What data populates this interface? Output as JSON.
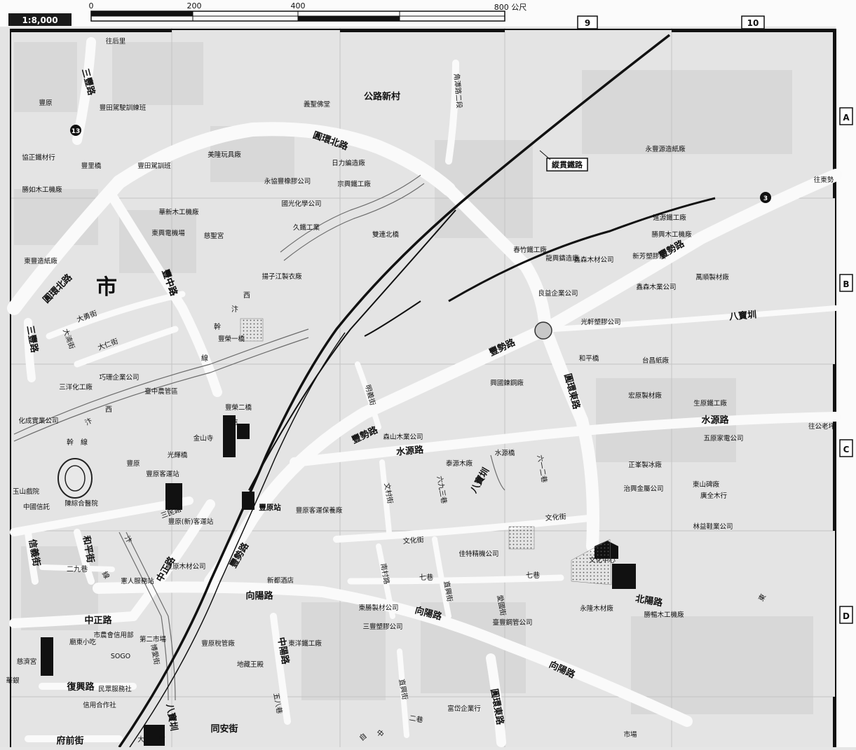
{
  "map": {
    "scale_ratio": "1:8,000",
    "scalebar_ticks": [
      "0",
      "200",
      "400",
      "800 公尺"
    ],
    "grid_columns": [
      "9",
      "10"
    ],
    "grid_rows": [
      "A",
      "B",
      "C",
      "D"
    ],
    "district_big_label": "市",
    "directions": [
      {
        "text": "往后里"
      },
      {
        "text": "往東勢"
      },
      {
        "text": "往公老坪"
      }
    ],
    "route_shields": [
      "13",
      "3"
    ],
    "rail_box_label": "縱貫鐵路",
    "station_label": "豐原站",
    "roads": [
      {
        "text": "圓環北路"
      },
      {
        "text": "圓環北路"
      },
      {
        "text": "圓環東路"
      },
      {
        "text": "圓環東路"
      },
      {
        "text": "豐勢路"
      },
      {
        "text": "豐勢路"
      },
      {
        "text": "豐勢路"
      },
      {
        "text": "豐勢路"
      },
      {
        "text": "水源路"
      },
      {
        "text": "水源路"
      },
      {
        "text": "向陽路"
      },
      {
        "text": "向陽路"
      },
      {
        "text": "向陽路"
      },
      {
        "text": "北陽路"
      },
      {
        "text": "中正路"
      },
      {
        "text": "中正路"
      },
      {
        "text": "豐中路"
      },
      {
        "text": "三豐路"
      },
      {
        "text": "三豐路"
      },
      {
        "text": "文化街"
      },
      {
        "text": "文化街"
      },
      {
        "text": "七巷"
      },
      {
        "text": "七巷"
      },
      {
        "text": "和平街"
      },
      {
        "text": "信義街"
      },
      {
        "text": "二九巷"
      },
      {
        "text": "復興路"
      },
      {
        "text": "府前街"
      },
      {
        "text": "同安街"
      },
      {
        "text": "中陽路"
      },
      {
        "text": "直興街"
      },
      {
        "text": "直興街"
      },
      {
        "text": "南村路"
      },
      {
        "text": "文村街"
      },
      {
        "text": "明義街"
      },
      {
        "text": "大勇街"
      },
      {
        "text": "大仁街"
      },
      {
        "text": "大湳街"
      },
      {
        "text": "八寶圳"
      },
      {
        "text": "八寶圳"
      },
      {
        "text": "八寶圳"
      },
      {
        "text": "六九三巷"
      },
      {
        "text": "六一二巷"
      },
      {
        "text": "五八巷"
      },
      {
        "text": "二巷"
      },
      {
        "text": "博愛街"
      },
      {
        "text": "愛國街"
      },
      {
        "text": "三民路"
      },
      {
        "text": "東"
      },
      {
        "text": "自"
      },
      {
        "text": "中"
      },
      {
        "text": "公路新村"
      },
      {
        "text": "角潭路二段"
      },
      {
        "text": "西"
      },
      {
        "text": "汴"
      },
      {
        "text": "西"
      },
      {
        "text": "汴"
      },
      {
        "text": "幹"
      },
      {
        "text": "線"
      },
      {
        "text": "幹"
      },
      {
        "text": "線"
      },
      {
        "text": "汴"
      },
      {
        "text": "線"
      },
      {
        "text": "豐中路"
      }
    ],
    "places": [
      {
        "text": "豐里橋"
      },
      {
        "text": "雙連北橋"
      },
      {
        "text": "和平橋"
      },
      {
        "text": "豐榮一橋"
      },
      {
        "text": "豐榮二橋"
      },
      {
        "text": "光輝橋"
      },
      {
        "text": "水源橋"
      },
      {
        "text": "豐田駕訓班"
      },
      {
        "text": "豐田駕駛訓練班"
      },
      {
        "text": "豐原"
      },
      {
        "text": "豐原"
      },
      {
        "text": "協正鐵材行"
      },
      {
        "text": "勝如木工機廠"
      },
      {
        "text": "東豐造紙廠"
      },
      {
        "text": "華新木工機廠"
      },
      {
        "text": "東興電機場"
      },
      {
        "text": "慈聖宮"
      },
      {
        "text": "美隆玩具廠"
      },
      {
        "text": "永協豐橡膠公司"
      },
      {
        "text": "國光化學公司"
      },
      {
        "text": "久鐵工業"
      },
      {
        "text": "日力編造廠"
      },
      {
        "text": "宗興鐵工廠"
      },
      {
        "text": "義聖佛堂"
      },
      {
        "text": "揚子江製衣廠"
      },
      {
        "text": "巧珊企業公司"
      },
      {
        "text": "三洋化工廠"
      },
      {
        "text": "臺中農管區"
      },
      {
        "text": "化成實業公司"
      },
      {
        "text": "豐原客運站"
      },
      {
        "text": "中信"
      },
      {
        "text": "金山寺"
      },
      {
        "text": "玉山戲院"
      },
      {
        "text": "中國信託"
      },
      {
        "text": "陳綜合醫院"
      },
      {
        "text": "豐原(新)客運站"
      },
      {
        "text": "豐原木材公司"
      },
      {
        "text": "憲人服務站"
      },
      {
        "text": "新都酒店"
      },
      {
        "text": "豐原客運保養廠"
      },
      {
        "text": "森山木業公司"
      },
      {
        "text": "泰源木廠"
      },
      {
        "text": "興國鍊鋼廠"
      },
      {
        "text": "春竹鐵工廠"
      },
      {
        "text": "龍興鑄造廠"
      },
      {
        "text": "鑫森木材公司"
      },
      {
        "text": "新芳塑膠廠"
      },
      {
        "text": "進源鐵工廠"
      },
      {
        "text": "勝興木工機廠"
      },
      {
        "text": "鑫森木業公司"
      },
      {
        "text": "萬順製材廠"
      },
      {
        "text": "良益企業公司"
      },
      {
        "text": "光軒塑膠公司"
      },
      {
        "text": "台昌紙廠"
      },
      {
        "text": "永豐源造紙廠"
      },
      {
        "text": "宏原製材廠"
      },
      {
        "text": "生原鐵工廠"
      },
      {
        "text": "五原家電公司"
      },
      {
        "text": "正峯製冰廠"
      },
      {
        "text": "東山碑廠"
      },
      {
        "text": "治興金屬公司"
      },
      {
        "text": "廣全木行"
      },
      {
        "text": "林益鞋業公司"
      },
      {
        "text": "文化中心"
      },
      {
        "text": "佳特精機公司"
      },
      {
        "text": "東勝製材公司"
      },
      {
        "text": "三豐塑膠公司"
      },
      {
        "text": "臺豐鋼管公司"
      },
      {
        "text": "永隆木材廠"
      },
      {
        "text": "勝暢木工機廠"
      },
      {
        "text": "東洋鐵工廠"
      },
      {
        "text": "豐原稅管廠"
      },
      {
        "text": "地藏王殿"
      },
      {
        "text": "市農會信用部"
      },
      {
        "text": "第二市場"
      },
      {
        "text": "廟東小吃"
      },
      {
        "text": "SOGO"
      },
      {
        "text": "慈濟宮"
      },
      {
        "text": "華銀"
      },
      {
        "text": "民眾服務社"
      },
      {
        "text": "信用合作社"
      },
      {
        "text": "富岱企業行"
      },
      {
        "text": "市場"
      },
      {
        "text": "大"
      },
      {
        "text": "會"
      }
    ]
  }
}
